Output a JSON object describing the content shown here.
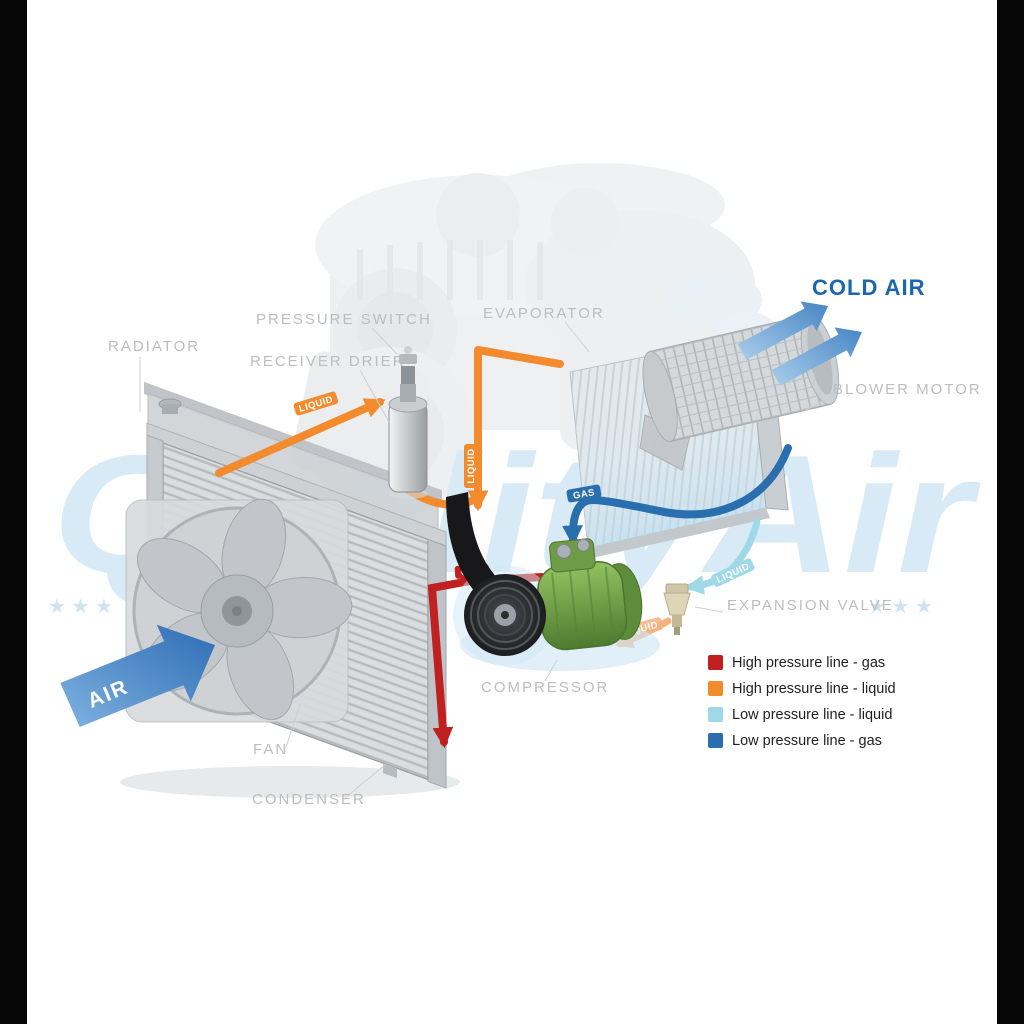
{
  "watermark": {
    "text": "QualityAir",
    "stars_left": "★ ★ ★",
    "stars_mid": "★   ★",
    "stars_right": "★ ★ ★"
  },
  "component_labels": {
    "radiator": "RADIATOR",
    "pressure_switch": "PRESSURE SWITCH",
    "receiver_drier": "RECEIVER DRIER",
    "evaporator": "EVAPORATOR",
    "blower_motor": "BLOWER MOTOR",
    "expansion_valve": "EXPANSION VALVE",
    "compressor": "COMPRESSOR",
    "fan": "FAN",
    "condenser": "CONDENSER"
  },
  "flow_labels": {
    "cold_air": "COLD AIR",
    "air": "AIR",
    "liquid": "LIQUID",
    "gas": "GAS"
  },
  "legend": {
    "items": [
      {
        "color": "#c0201f",
        "label": "High pressure line - gas"
      },
      {
        "color": "#f28a2e",
        "label": "High pressure line - liquid"
      },
      {
        "color": "#9fd9e8",
        "label": "Low pressure line - liquid"
      },
      {
        "color": "#2a6fad",
        "label": "Low pressure line -  gas"
      }
    ]
  },
  "colors": {
    "high_gas": "#c0201f",
    "high_liquid": "#f28a2e",
    "high_liquid_light": "#f4b27c",
    "low_liquid": "#9fd9e8",
    "low_gas": "#2a6fad",
    "cold_air_text": "#1b67ae",
    "label_gray": "#bdbdbd",
    "watermark_blue": "#d8eaf6"
  }
}
